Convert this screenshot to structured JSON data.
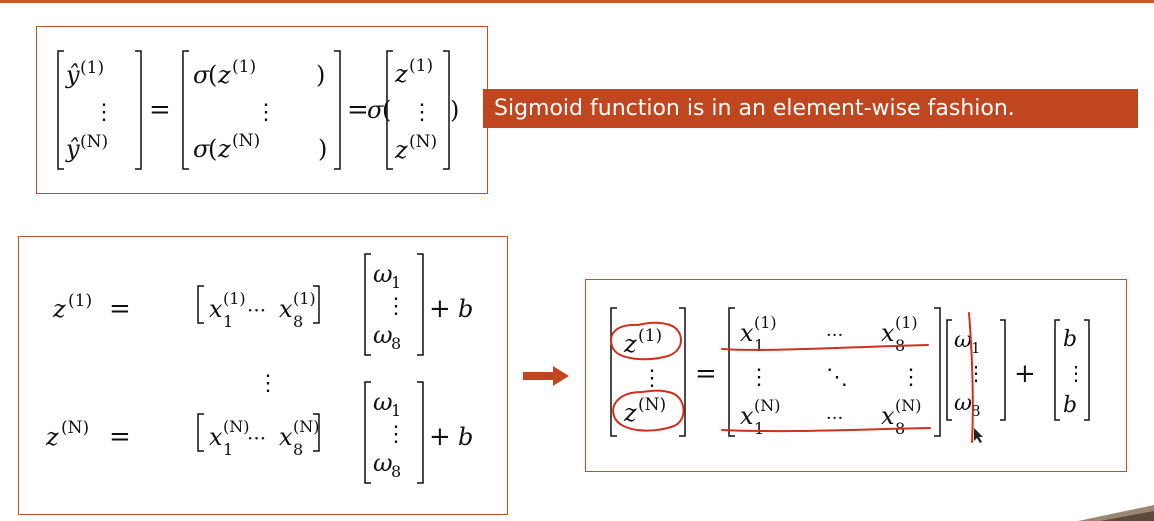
{
  "slide": {
    "banner_text": "Sigmoid function is in an element-wise fashion.",
    "colors": {
      "accent": "#c0461f",
      "border": "#c0502a",
      "ink": "#d0301e"
    }
  },
  "eq1": {
    "yhat": "ŷ",
    "sup_1": "(1)",
    "sup_n": "(N)",
    "vdots": "⋮",
    "sigma": "σ",
    "z": "z",
    "eq": "=",
    "lparen": "(",
    "rparen": ")"
  },
  "eq2": {
    "z": "z",
    "x": "x",
    "w": "ω",
    "b": "b",
    "plus": "+",
    "eq": "=",
    "cdots": "···",
    "vdots": "⋮",
    "sup_1": "(1)",
    "sup_n": "(N)",
    "sub_1": "1",
    "sub_8": "8"
  },
  "eq3": {
    "z": "z",
    "x": "x",
    "w": "ω",
    "b": "b",
    "plus": "+",
    "eq": "=",
    "cdots": "···",
    "vdots": "⋮",
    "ddots": "⋱",
    "sup_1": "(1)",
    "sup_n": "(N)",
    "sub_1": "1",
    "sub_8": "8"
  }
}
